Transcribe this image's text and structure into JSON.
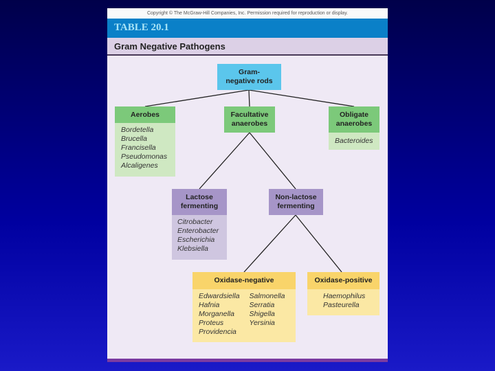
{
  "copyright": "Copyright © The McGraw-Hill Companies, Inc. Permission required for reproduction or display.",
  "table_label": "TABLE 20.1",
  "title": "Gram Negative Pathogens",
  "colors": {
    "blue_band": "#0a80c8",
    "root": "#5bc6ec",
    "green_header": "#7cc97a",
    "green_body": "#cfe8c2",
    "purple_header": "#a695c8",
    "purple_body": "#cfc6e0",
    "yellow_header": "#f9d46a",
    "yellow_body": "#fbe8a4"
  },
  "root": {
    "label": "Gram-negative rods"
  },
  "aerobes": {
    "label": "Aerobes",
    "items": [
      "Bordetella",
      "Brucella",
      "Francisella",
      "Pseudomonas",
      "Alcaligenes"
    ]
  },
  "facultative": {
    "label": "Facultative anaerobes"
  },
  "obligate": {
    "label": "Obligate anaerobes",
    "items": [
      "Bacteroides"
    ]
  },
  "lactose": {
    "label": "Lactose fermenting",
    "items": [
      "Citrobacter",
      "Enterobacter",
      "Escherichia",
      "Klebsiella"
    ]
  },
  "nonlactose": {
    "label": "Non-lactose fermenting"
  },
  "oxneg": {
    "label": "Oxidase-negative",
    "col1": [
      "Edwardsiella",
      "Hafnia",
      "Morganella",
      "Proteus",
      "Providencia"
    ],
    "col2": [
      "Salmonella",
      "Serratia",
      "Shigella",
      "Yersinia"
    ]
  },
  "oxpos": {
    "label": "Oxidase-positive",
    "items": [
      "Haemophilus",
      "Pasteurella"
    ]
  }
}
